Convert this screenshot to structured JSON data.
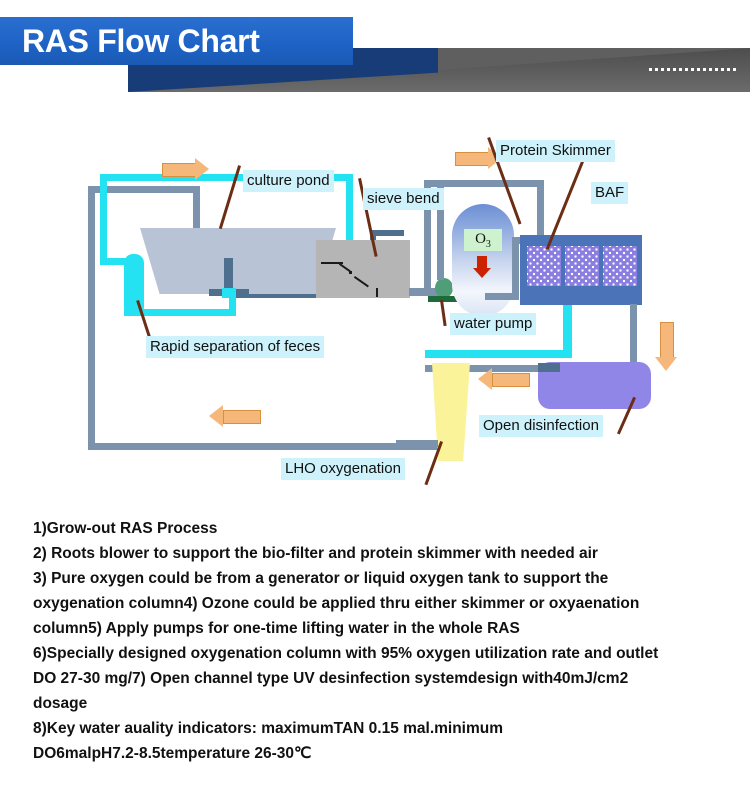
{
  "header": {
    "title": "RAS Flow Chart",
    "accent_blue": "#1d62c4",
    "wedge_dark_blue": "#173c78",
    "bar_gray": "#5f5f5f",
    "dot_count": 15
  },
  "diagram": {
    "labels": {
      "culture_pond": "culture pond",
      "sieve_bend": "sieve bend",
      "protein_skimmer": "Protein Skimmer",
      "baf": "BAF",
      "water_pump": "water pump",
      "rapid_separation": "Rapid separation of feces",
      "open_disinfection": "Open disinfection",
      "lho_oxygenation": "LHO oxygenation",
      "ozone": "O3"
    },
    "colors": {
      "cyan_pipe": "#25e2f2",
      "gray_pipe": "#7b93ad",
      "pond_fill": "#b9c3d6",
      "sieve_fill": "#b5b5b5",
      "baf_fill": "#4b74b8",
      "baf_media": "#8a7fe0",
      "lho_fill": "#fbf39a",
      "disinfect_fill": "#8f86e8",
      "ozone_box": "#cdf2cd",
      "ozone_arrow": "#cc2200",
      "label_highlight": "#cdf2fb",
      "flow_arrow": "#f5b77a"
    }
  },
  "notes": {
    "lines": [
      "1)Grow-out RAS Process",
      "2) Roots blower to support the bio-filter and protein skimmer with needed air",
      "3) Pure oxygen could be from a generator or liquid oxygen tank to support the",
      "oxygenation column4) Ozone could be applied thru either skimmer or oxyaenation",
      "column5) Apply pumps for one-time lifting water in the whole RAS",
      "6)Specially designed oxygenation column with 95% oxygen utilization rate and outlet",
      "DO 27-30 mg/7) Open channel type UV desinfection systemdesign with40mJ/cm2",
      "dosage",
      "8)Key water auality indicators: maximumTAN 0.15 mal.minimum",
      "DO6malpH7.2-8.5temperature 26-30℃"
    ]
  }
}
